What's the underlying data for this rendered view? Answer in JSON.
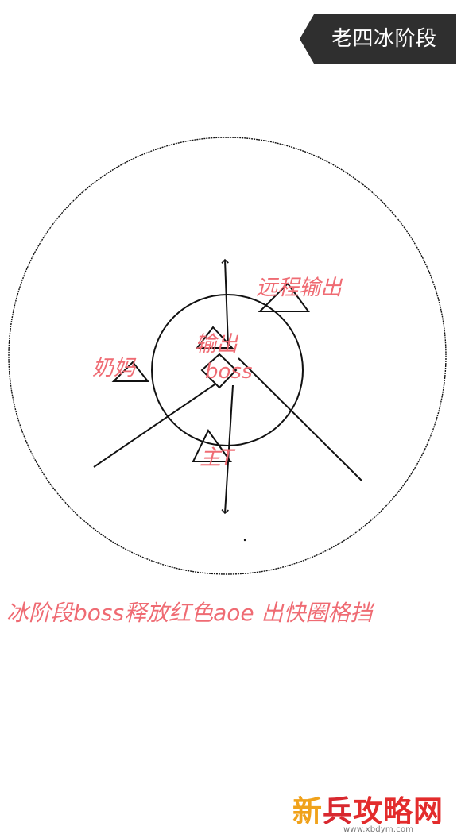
{
  "header": {
    "stage_label": "老四冰阶段"
  },
  "diagram": {
    "labels": {
      "ranged_dps": "远程输出",
      "melee_dps": "输出",
      "healer": "奶妈",
      "boss": "boss",
      "tank": "主T"
    },
    "label_color": "#ef6b73",
    "line_color": "#111111"
  },
  "caption": {
    "text": "冰阶段boss释放红色aoe 出快圈格挡"
  },
  "watermark": {
    "part1": "新",
    "part2": "兵",
    "part3": "攻略网",
    "url": "www.xbdym.com"
  }
}
